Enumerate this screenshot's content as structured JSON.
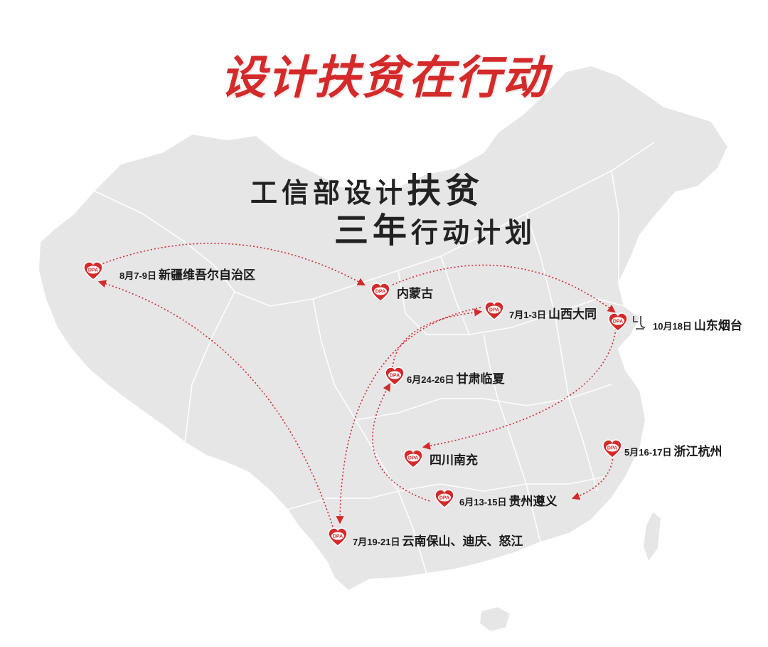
{
  "title": "设计扶贫在行动",
  "subtitle": {
    "line1_a": "工信部设计",
    "line1_b": "扶贫",
    "line2_a": "三年",
    "line2_b": "行动计划"
  },
  "marker_text": "DPA",
  "colors": {
    "accent": "#d42a2a",
    "map_fill": "#e6e6e7",
    "map_border": "#ffffff",
    "text": "#1a1a1a"
  },
  "locations": [
    {
      "id": "xinjiang",
      "date": "8月7-9日",
      "place": "新疆维吾尔自治区"
    },
    {
      "id": "neimenggu",
      "date": "",
      "place": "内蒙古"
    },
    {
      "id": "shanxi",
      "date": "7月1-3日",
      "place": "山西大同"
    },
    {
      "id": "shandong",
      "date": "10月18日",
      "place": "山东烟台"
    },
    {
      "id": "gansu",
      "date": "6月24-26日",
      "place": "甘肃临夏"
    },
    {
      "id": "sichuan",
      "date": "",
      "place": "四川南充"
    },
    {
      "id": "zhejiang",
      "date": "5月16-17日",
      "place": "浙江杭州"
    },
    {
      "id": "guizhou",
      "date": "6月13-15日",
      "place": "贵州遵义"
    },
    {
      "id": "yunnan",
      "date": "7月19-21日",
      "place": "云南保山、迪庆、怒江"
    }
  ]
}
